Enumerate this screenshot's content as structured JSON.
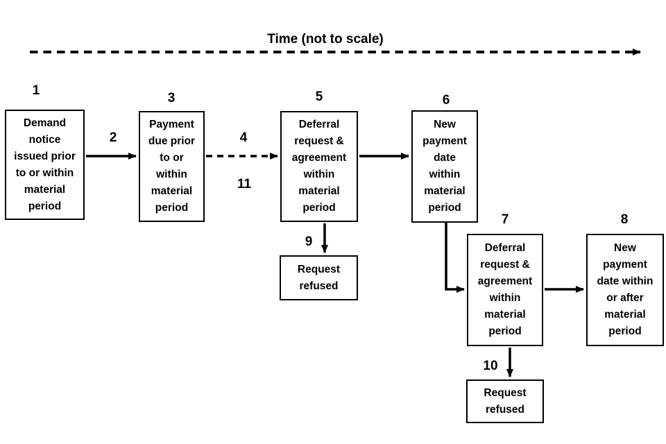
{
  "timeline": {
    "title": "Time (not to scale)"
  },
  "steps": {
    "s1": {
      "number": "1",
      "label": "Demand\nnotice\nissued prior\nto or within\nmaterial\nperiod"
    },
    "s3": {
      "number": "3",
      "label": "Payment\ndue prior\nto or\nwithin\nmaterial\nperiod"
    },
    "s5": {
      "number": "5",
      "label": "Deferral\nrequest &\nagreement\nwithin\nmaterial\nperiod"
    },
    "s6": {
      "number": "6",
      "label": "New\npayment\ndate\nwithin\nmaterial\nperiod"
    },
    "s7": {
      "number": "7",
      "label": "Deferral\nrequest &\nagreement\nwithin\nmaterial\nperiod"
    },
    "s8": {
      "number": "8",
      "label": "New\npayment\ndate within\nor after\nmaterial\nperiod"
    },
    "refused_a": {
      "label": "Request\nrefused"
    },
    "refused_b": {
      "label": "Request\nrefused"
    }
  },
  "arrow_labels": {
    "a2": "2",
    "a4": "4",
    "a11": "11",
    "a9": "9",
    "a10": "10"
  },
  "colors": {
    "ink": "#000000",
    "background": "#ffffff"
  }
}
